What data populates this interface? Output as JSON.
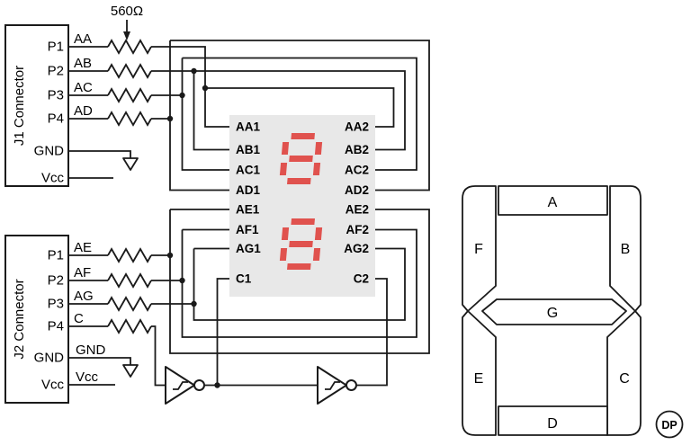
{
  "schematic": {
    "resistor_value": "560Ω",
    "colors": {
      "segment_red": "#e0524e",
      "display_bg": "#e8e8e8",
      "line": "#1a1a1a"
    },
    "j1": {
      "title": "J1 Connector",
      "pins": [
        "P1",
        "P2",
        "P3",
        "P4",
        "GND",
        "Vcc"
      ],
      "wire_labels": [
        "AA",
        "AB",
        "AC",
        "AD"
      ]
    },
    "j2": {
      "title": "J2 Connector",
      "pins": [
        "P1",
        "P2",
        "P3",
        "P4",
        "GND",
        "Vcc"
      ],
      "wire_labels": [
        "AE",
        "AF",
        "AG",
        "C"
      ],
      "aux_labels": [
        "GND",
        "Vcc"
      ]
    },
    "display": {
      "left_pins": [
        "AA1",
        "AB1",
        "AC1",
        "AD1",
        "AE1",
        "AF1",
        "AG1",
        "C1"
      ],
      "right_pins": [
        "AA2",
        "AB2",
        "AC2",
        "AD2",
        "AE2",
        "AF2",
        "AG2",
        "C2"
      ]
    }
  },
  "segment_map": {
    "segments": [
      "A",
      "B",
      "C",
      "D",
      "E",
      "F",
      "G"
    ],
    "dp_label": "DP"
  }
}
